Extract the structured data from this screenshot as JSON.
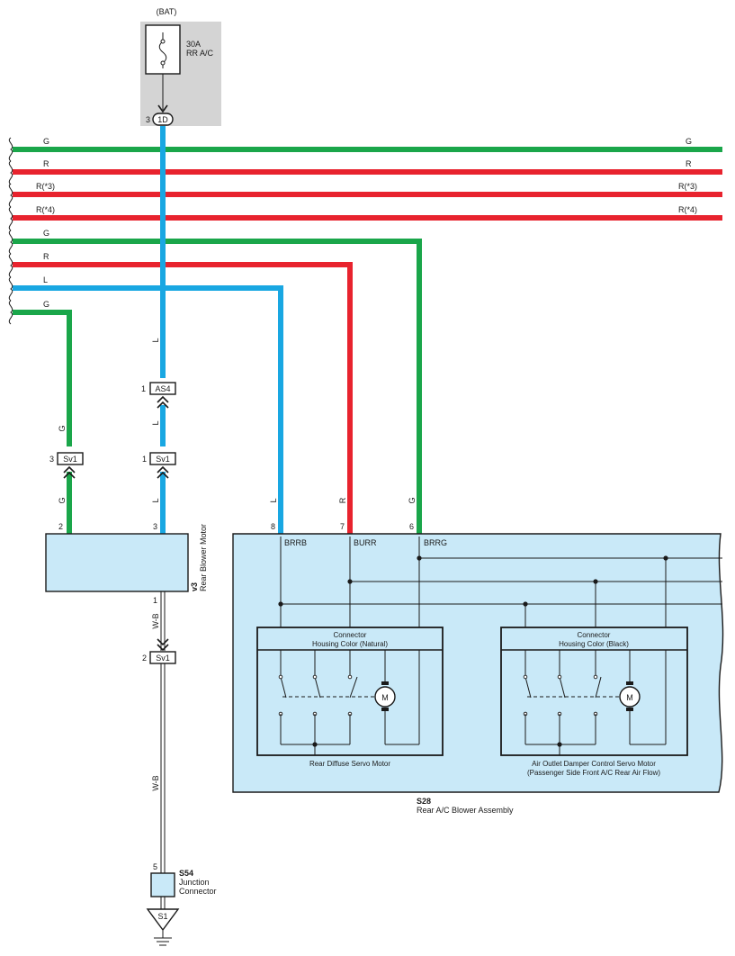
{
  "colors": {
    "green": "#1aa64a",
    "red": "#e8232e",
    "blue": "#19a7e2",
    "component_fill": "#c9e9f8",
    "fuse_area": "#d4d4d4"
  },
  "fuse": {
    "supply": "(BAT)",
    "rating": "30A",
    "name": "RR A/C",
    "terminal_pin": "3",
    "terminal_label": "1D"
  },
  "bus_wires": [
    {
      "left": "G",
      "right": "G"
    },
    {
      "left": "R",
      "right": "R"
    },
    {
      "left": "R(*3)",
      "right": "R(*3)"
    },
    {
      "left": "R(*4)",
      "right": "R(*4)"
    },
    {
      "left": "G",
      "right": ""
    },
    {
      "left": "R",
      "right": ""
    },
    {
      "left": "L",
      "right": ""
    },
    {
      "left": "G",
      "right": ""
    }
  ],
  "connectors": {
    "as4": {
      "pin": "1",
      "label": "AS4"
    },
    "sv1_left": {
      "pin": "3",
      "label": "Sv1"
    },
    "sv1_mid": {
      "pin": "1",
      "label": "Sv1"
    },
    "sv1_low": {
      "pin": "2",
      "label": "Sv1"
    },
    "ground": {
      "label": "S1"
    }
  },
  "wire_labels": {
    "main_l_upper": "L",
    "as4_below": "L",
    "sv1_mid_below": "L",
    "sv1_left_above": "G",
    "sv1_left_below": "G",
    "blower_out": "W-B",
    "ground_run": "W-B",
    "to_pin8": "L",
    "to_pin7": "R",
    "to_pin6": "G"
  },
  "blower_motor": {
    "code": "v3",
    "name": "Rear Blower Motor",
    "pin_left": "2",
    "pin_right": "3",
    "pin_out": "1"
  },
  "junction": {
    "pin": "5",
    "code": "S54",
    "name_line1": "Junction",
    "name_line2": "Connector"
  },
  "assembly": {
    "code": "S28",
    "name": "Rear A/C Blower Assembly",
    "pins": [
      {
        "pin": "8",
        "signal": "BRRB"
      },
      {
        "pin": "7",
        "signal": "BURR"
      },
      {
        "pin": "6",
        "signal": "BRRG"
      }
    ],
    "left_motor": {
      "housing_line1": "Connector",
      "housing_line2": "Housing Color (Natural)",
      "name": "Rear Diffuse Servo Motor",
      "motor_symbol": "M"
    },
    "right_motor": {
      "housing_line1": "Connector",
      "housing_line2": "Housing Color (Black)",
      "name_line1": "Air Outlet Damper Control Servo Motor",
      "name_line2": "(Passenger Side Front A/C Rear Air Flow)",
      "motor_symbol": "M"
    }
  }
}
